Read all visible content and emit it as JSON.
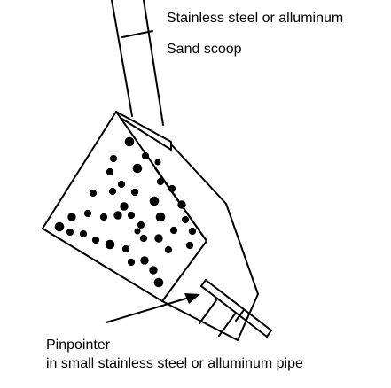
{
  "labels": {
    "material": "Stainless steel or alluminum",
    "scoop": "Sand scoop",
    "pinpointer_title": "Pinpointer",
    "pinpointer_detail": "in small stainless steel or alluminum pipe"
  },
  "colors": {
    "stroke": "#000000",
    "background": "#ffffff"
  }
}
